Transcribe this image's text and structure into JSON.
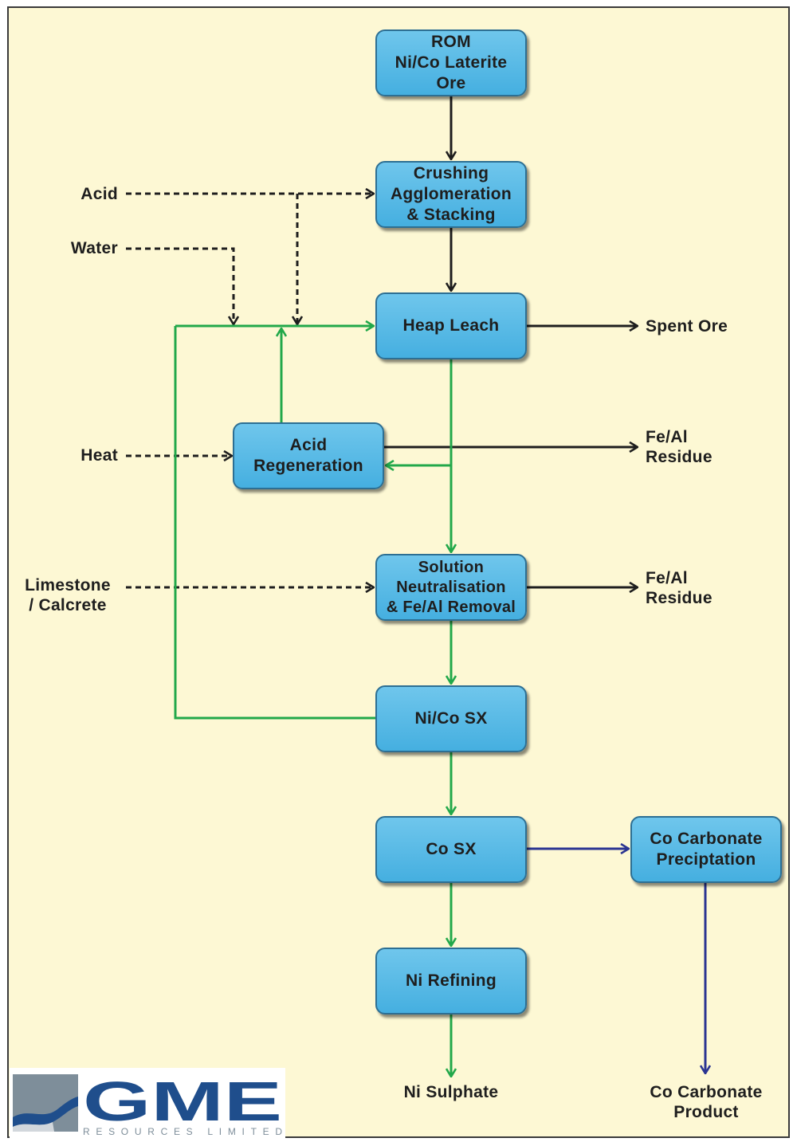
{
  "process_steps": {
    "rom_ore": "ROM\nNi/Co Laterite\nOre",
    "crushing": "Crushing\nAgglomeration\n& Stacking",
    "heap_leach": "Heap Leach",
    "acid_regeneration": "Acid\nRegeneration",
    "solution_neutralisation": "Solution\nNeutralisation\n& Fe/Al Removal",
    "nico_sx": "Ni/Co SX",
    "co_sx": "Co SX",
    "ni_refining": "Ni Refining",
    "co_carbonate_precipitation": "Co Carbonate\nPreciptation"
  },
  "inputs": {
    "acid": "Acid",
    "water": "Water",
    "heat": "Heat",
    "limestone": "Limestone\n/ Calcrete"
  },
  "outputs": {
    "spent_ore": "Spent Ore",
    "fe_al_residue_1": "Fe/Al\nResidue",
    "fe_al_residue_2": "Fe/Al\nResidue",
    "ni_sulphate": "Ni Sulphate",
    "co_carbonate_product": "Co Carbonate\nProduct"
  },
  "logo": {
    "name": "GME",
    "tagline": "RESOURCES LIMITED"
  },
  "colors": {
    "background": "#fdf8d4",
    "box_fill": "#56b8e6",
    "box_border": "#2d6f93",
    "main_flow": "#1e1e1e",
    "solution_flow": "#22a84a",
    "cobalt_flow": "#2b3592",
    "logo_blue": "#1f4e8c",
    "logo_grey": "#7e8e9a"
  },
  "edges": [
    {
      "from": "rom_ore",
      "to": "crushing",
      "style": "solid",
      "color": "main_flow"
    },
    {
      "from": "crushing",
      "to": "heap_leach",
      "style": "solid",
      "color": "main_flow"
    },
    {
      "from": "heap_leach",
      "to": "spent_ore",
      "style": "solid",
      "color": "main_flow"
    },
    {
      "from": "acid",
      "to": "crushing",
      "style": "dashed",
      "color": "main_flow"
    },
    {
      "from": "acid",
      "to": "heap_leach",
      "style": "dashed",
      "color": "main_flow"
    },
    {
      "from": "water",
      "to": "heap_leach",
      "style": "dashed",
      "color": "main_flow"
    },
    {
      "from": "heat",
      "to": "acid_regeneration",
      "style": "dashed",
      "color": "main_flow"
    },
    {
      "from": "limestone",
      "to": "solution_neutralisation",
      "style": "dashed",
      "color": "main_flow"
    },
    {
      "from": "heap_leach",
      "to": "solution_neutralisation",
      "style": "solid",
      "color": "solution_flow"
    },
    {
      "from": "heap_leach",
      "to": "acid_regeneration",
      "style": "solid",
      "color": "solution_flow"
    },
    {
      "from": "acid_regeneration",
      "to": "heap_leach",
      "style": "solid",
      "color": "solution_flow"
    },
    {
      "from": "acid_regeneration",
      "to": "fe_al_residue_1",
      "style": "solid",
      "color": "main_flow"
    },
    {
      "from": "solution_neutralisation",
      "to": "fe_al_residue_2",
      "style": "solid",
      "color": "main_flow"
    },
    {
      "from": "solution_neutralisation",
      "to": "nico_sx",
      "style": "solid",
      "color": "solution_flow"
    },
    {
      "from": "nico_sx",
      "to": "heap_leach",
      "style": "solid",
      "color": "solution_flow"
    },
    {
      "from": "nico_sx",
      "to": "co_sx",
      "style": "solid",
      "color": "solution_flow"
    },
    {
      "from": "co_sx",
      "to": "ni_refining",
      "style": "solid",
      "color": "solution_flow"
    },
    {
      "from": "ni_refining",
      "to": "ni_sulphate",
      "style": "solid",
      "color": "solution_flow"
    },
    {
      "from": "co_sx",
      "to": "co_carbonate_precipitation",
      "style": "solid",
      "color": "cobalt_flow"
    },
    {
      "from": "co_carbonate_precipitation",
      "to": "co_carbonate_product",
      "style": "solid",
      "color": "cobalt_flow"
    }
  ]
}
